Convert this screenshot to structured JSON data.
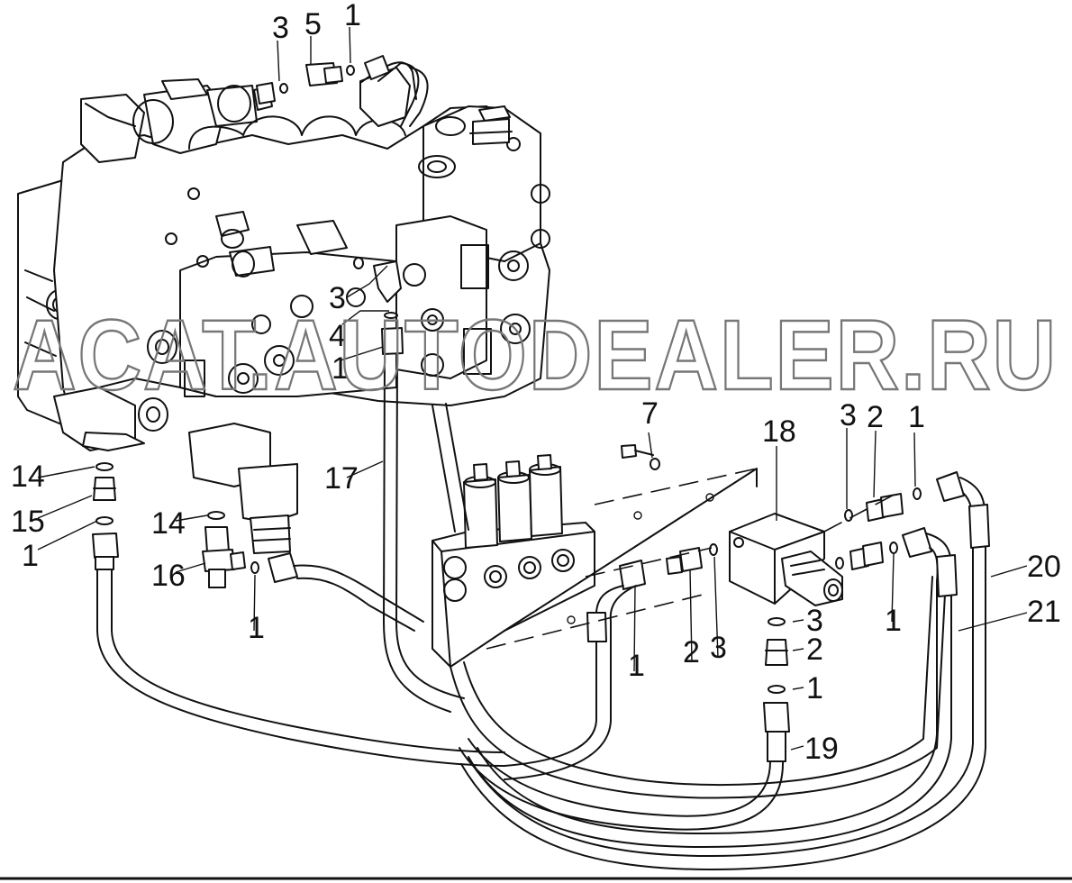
{
  "watermark": "ACAT.AUTODEALER.RU",
  "callouts": [
    {
      "id": "c-3-top",
      "text": "3"
    },
    {
      "id": "c-5-top",
      "text": "5"
    },
    {
      "id": "c-1-top",
      "text": "1"
    },
    {
      "id": "c-3-mid",
      "text": "3"
    },
    {
      "id": "c-4-mid",
      "text": "4"
    },
    {
      "id": "c-1-mid",
      "text": "1"
    },
    {
      "id": "c-7",
      "text": "7"
    },
    {
      "id": "c-18",
      "text": "18"
    },
    {
      "id": "c-3-right",
      "text": "3"
    },
    {
      "id": "c-2-right",
      "text": "2"
    },
    {
      "id": "c-1-right",
      "text": "1"
    },
    {
      "id": "c-14-left",
      "text": "14"
    },
    {
      "id": "c-15",
      "text": "15"
    },
    {
      "id": "c-1-left",
      "text": "1"
    },
    {
      "id": "c-14-center",
      "text": "14"
    },
    {
      "id": "c-16",
      "text": "16"
    },
    {
      "id": "c-1-center",
      "text": "1"
    },
    {
      "id": "c-17",
      "text": "17"
    },
    {
      "id": "c-1-low",
      "text": "1"
    },
    {
      "id": "c-2-low",
      "text": "2"
    },
    {
      "id": "c-3-low",
      "text": "3"
    },
    {
      "id": "c-1-far",
      "text": "1"
    },
    {
      "id": "c-3-block",
      "text": "3"
    },
    {
      "id": "c-2-block",
      "text": "2"
    },
    {
      "id": "c-1-block",
      "text": "1"
    },
    {
      "id": "c-19",
      "text": "19"
    },
    {
      "id": "c-20",
      "text": "20"
    },
    {
      "id": "c-21",
      "text": "21"
    }
  ]
}
